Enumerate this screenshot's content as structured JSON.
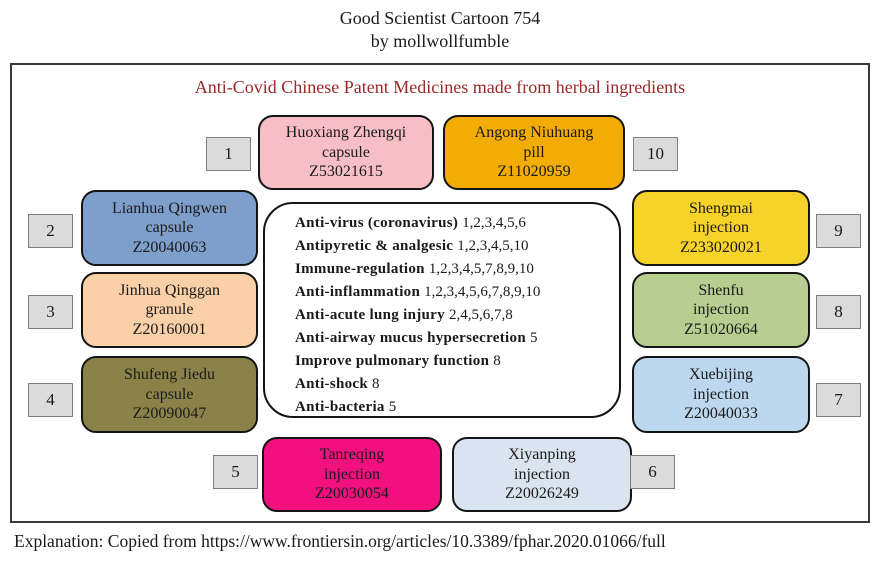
{
  "header": {
    "title": "Good Scientist Cartoon 754",
    "byline": "by mollwollfumble"
  },
  "diagram": {
    "heading": "Anti-Covid Chinese Patent Medicines made from herbal ingredients",
    "heading_color": "#9c2828",
    "number_tag_color": "#dbdbdb"
  },
  "medicines": [
    {
      "number": "1",
      "line1": "Huoxiang Zhengqi",
      "line2": "capsule",
      "code": "Z53021615",
      "color": "#f8bec6"
    },
    {
      "number": "2",
      "line1": "Lianhua Qingwen",
      "line2": "capsule",
      "code": "Z20040063",
      "color": "#7e9fcb"
    },
    {
      "number": "3",
      "line1": "Jinhua Qinggan",
      "line2": "granule",
      "code": "Z20160001",
      "color": "#fad0a8"
    },
    {
      "number": "4",
      "line1": "Shufeng Jiedu",
      "line2": "capsule",
      "code": "Z20090047",
      "color": "#8b8249"
    },
    {
      "number": "5",
      "line1": "Tanreqing",
      "line2": "injection",
      "code": "Z20030054",
      "color": "#f2107e"
    },
    {
      "number": "6",
      "line1": "Xiyanping",
      "line2": "injection",
      "code": "Z20026249",
      "color": "#dae4f0"
    },
    {
      "number": "7",
      "line1": "Xuebijing",
      "line2": "injection",
      "code": "Z20040033",
      "color": "#bdd7ee"
    },
    {
      "number": "8",
      "line1": "Shenfu",
      "line2": "injection",
      "code": "Z51020664",
      "color": "#b7ce90"
    },
    {
      "number": "9",
      "line1": "Shengmai",
      "line2": "injection",
      "code": "Z233020021",
      "color": "#f6d32b"
    },
    {
      "number": "10",
      "line1": "Angong Niuhuang",
      "line2": "pill",
      "code": "Z11020959",
      "color": "#f3ac04"
    }
  ],
  "effects": [
    {
      "label": "Anti-virus (coronavirus)",
      "numbers": "1,2,3,4,5,6"
    },
    {
      "label": "Antipyretic & analgesic",
      "numbers": "1,2,3,4,5,10"
    },
    {
      "label": "Immune-regulation",
      "numbers": "1,2,3,4,5,7,8,9,10"
    },
    {
      "label": "Anti-inflammation",
      "numbers": "1,2,3,4,5,6,7,8,9,10"
    },
    {
      "label": "Anti-acute lung injury",
      "numbers": "2,4,5,6,7,8"
    },
    {
      "label": "Anti-airway mucus hypersecretion",
      "numbers": "5"
    },
    {
      "label": "Improve pulmonary function",
      "numbers": "8"
    },
    {
      "label": "Anti-shock",
      "numbers": "8"
    },
    {
      "label": "Anti-bacteria",
      "numbers": "5"
    }
  ],
  "footer": {
    "text": "Explanation: Copied from https://www.frontiersin.org/articles/10.3389/fphar.2020.01066/full"
  }
}
